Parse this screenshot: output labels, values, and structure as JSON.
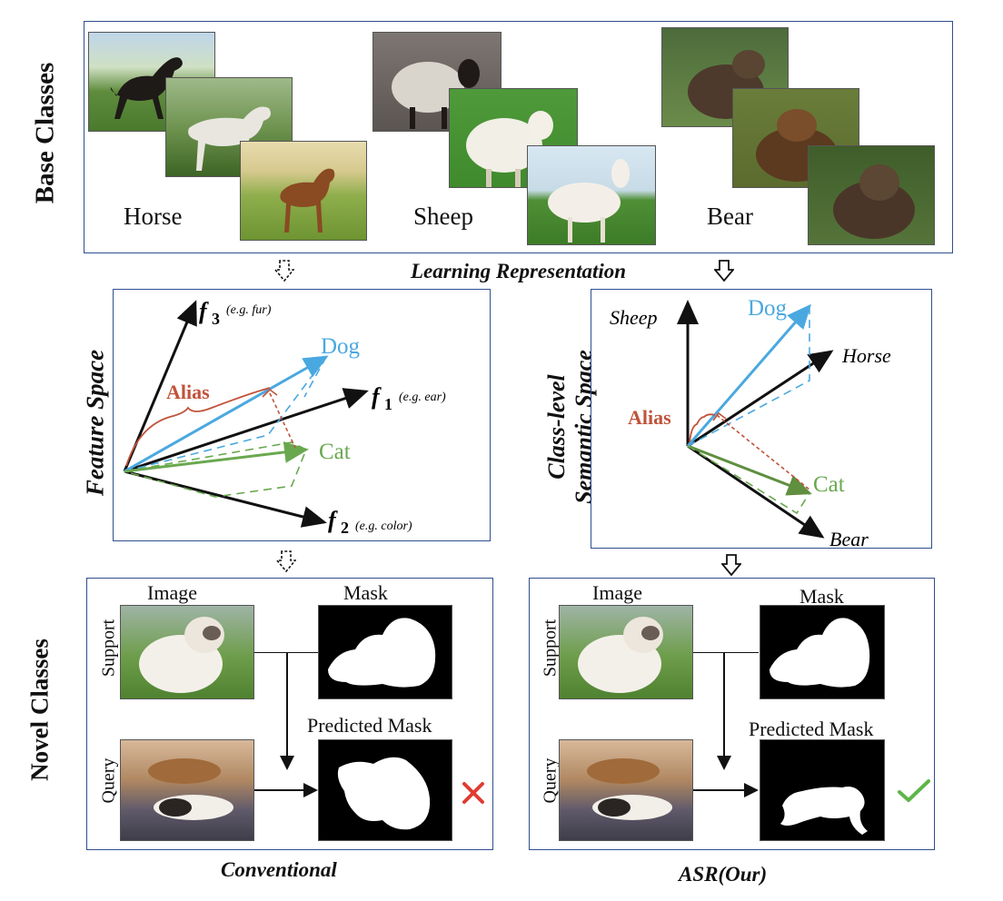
{
  "base": {
    "title": "Base Classes",
    "classes": [
      {
        "name": "Horse"
      },
      {
        "name": "Sheep"
      },
      {
        "name": "Bear"
      }
    ]
  },
  "learning": {
    "label": "Learning Representation"
  },
  "feature_space": {
    "title": "Feature Space",
    "axes": [
      {
        "id": "f3",
        "base": "f",
        "sub": "3",
        "hint": "(e.g. fur)"
      },
      {
        "id": "f1",
        "base": "f",
        "sub": "1",
        "hint": "(e.g. ear)"
      },
      {
        "id": "f2",
        "base": "f",
        "sub": "2",
        "hint": "(e.g. color)"
      }
    ],
    "dog": "Dog",
    "cat": "Cat",
    "alias": "Alias"
  },
  "semantic_space": {
    "title_line1": "Class-level",
    "title_line2": "Semantic Space",
    "sheep": "Sheep",
    "horse": "Horse",
    "bear": "Bear",
    "dog": "Dog",
    "cat": "Cat",
    "alias": "Alias"
  },
  "novel": {
    "title": "Novel Classes",
    "image_label": "Image",
    "mask_label": "Mask",
    "predicted_label": "Predicted Mask",
    "support_label": "Support",
    "query_label": "Query",
    "left_caption": "Conventional",
    "right_caption": "ASR(Our)"
  },
  "colors": {
    "dog": "#4aa8e0",
    "cat": "#6aa84f",
    "alias": "#c0533a",
    "frame": "#2f4f8f",
    "wrong": "#e03c31",
    "right": "#5fb548"
  }
}
